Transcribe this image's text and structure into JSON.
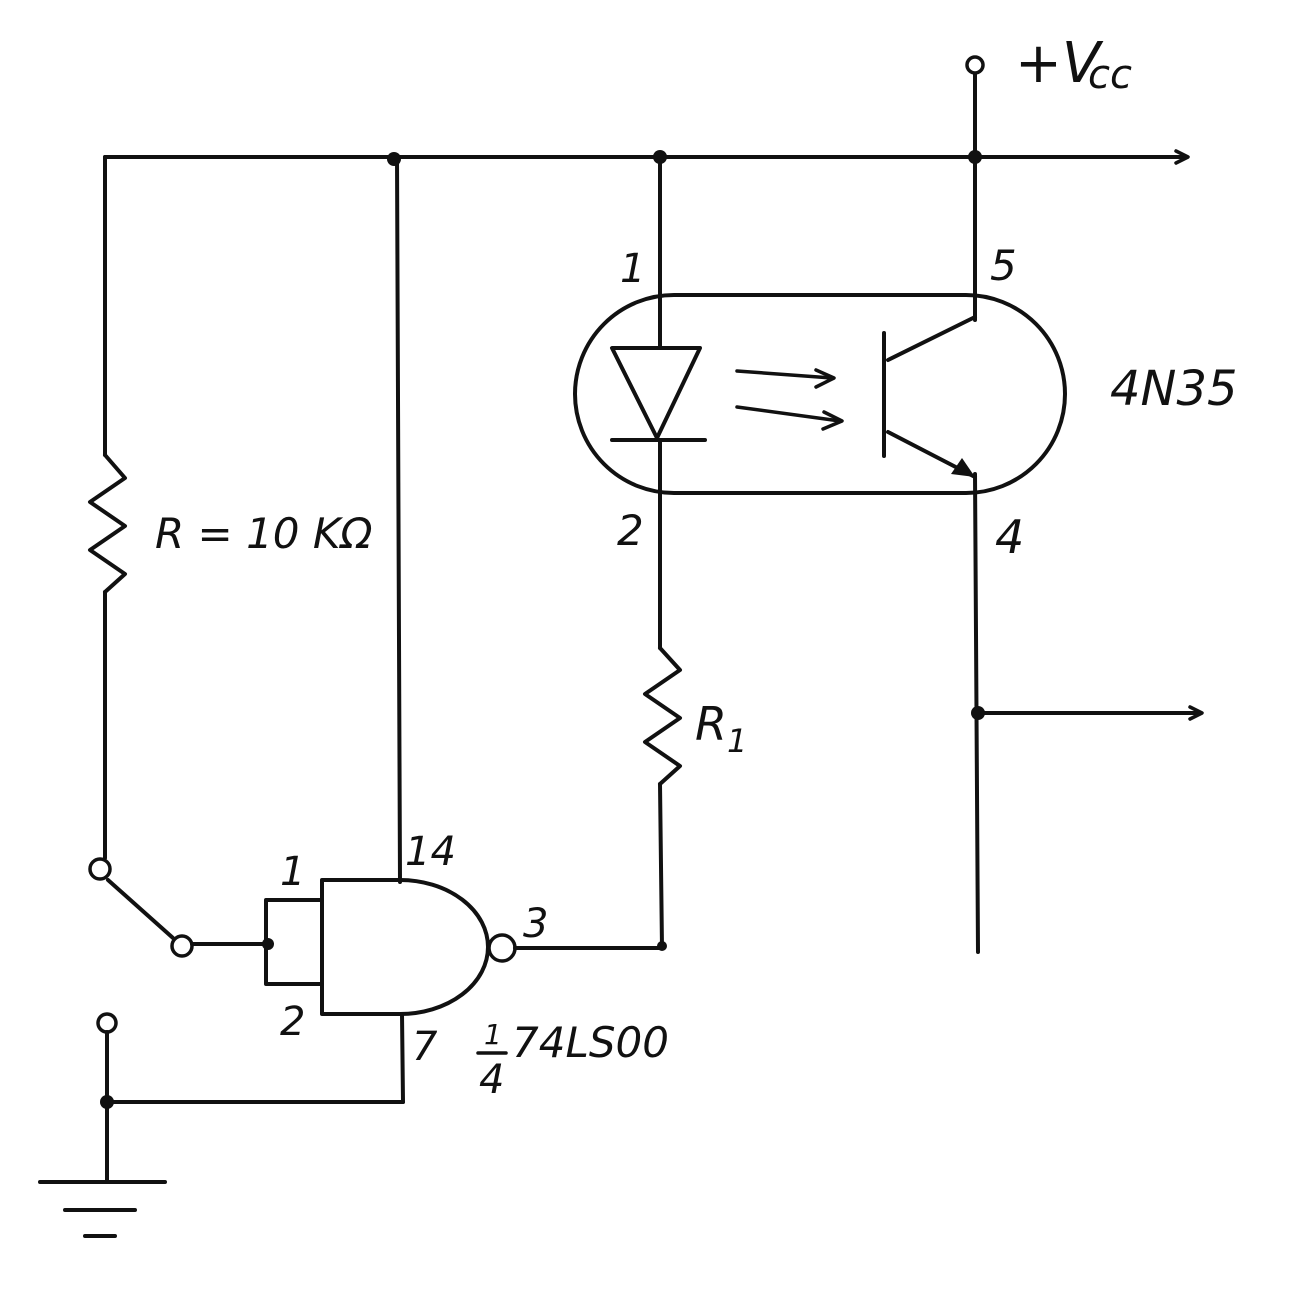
{
  "labels": {
    "vcc_main": "+V",
    "vcc_sub": "cc",
    "optocoupler": "4N35",
    "resistor_r": "R = 10 KΩ",
    "resistor_r1_main": "R",
    "resistor_r1_sub": "1",
    "gate_fraction_num": "1",
    "gate_fraction_den": "4",
    "gate_ic": "74LS00",
    "pin_opto_1": "1",
    "pin_opto_2": "2",
    "pin_opto_4": "4",
    "pin_opto_5": "5",
    "pin_gate_1": "1",
    "pin_gate_2": "2",
    "pin_gate_3": "3",
    "pin_gate_7": "7",
    "pin_gate_14": "14"
  },
  "icons": {
    "diode": "led-diode-icon",
    "phototransistor": "phototransistor-icon",
    "nand_gate": "nand-gate-icon",
    "switch": "spdt-switch-icon",
    "ground": "ground-icon"
  },
  "colors": {
    "ink": "#111111",
    "paper": "#ffffff"
  }
}
